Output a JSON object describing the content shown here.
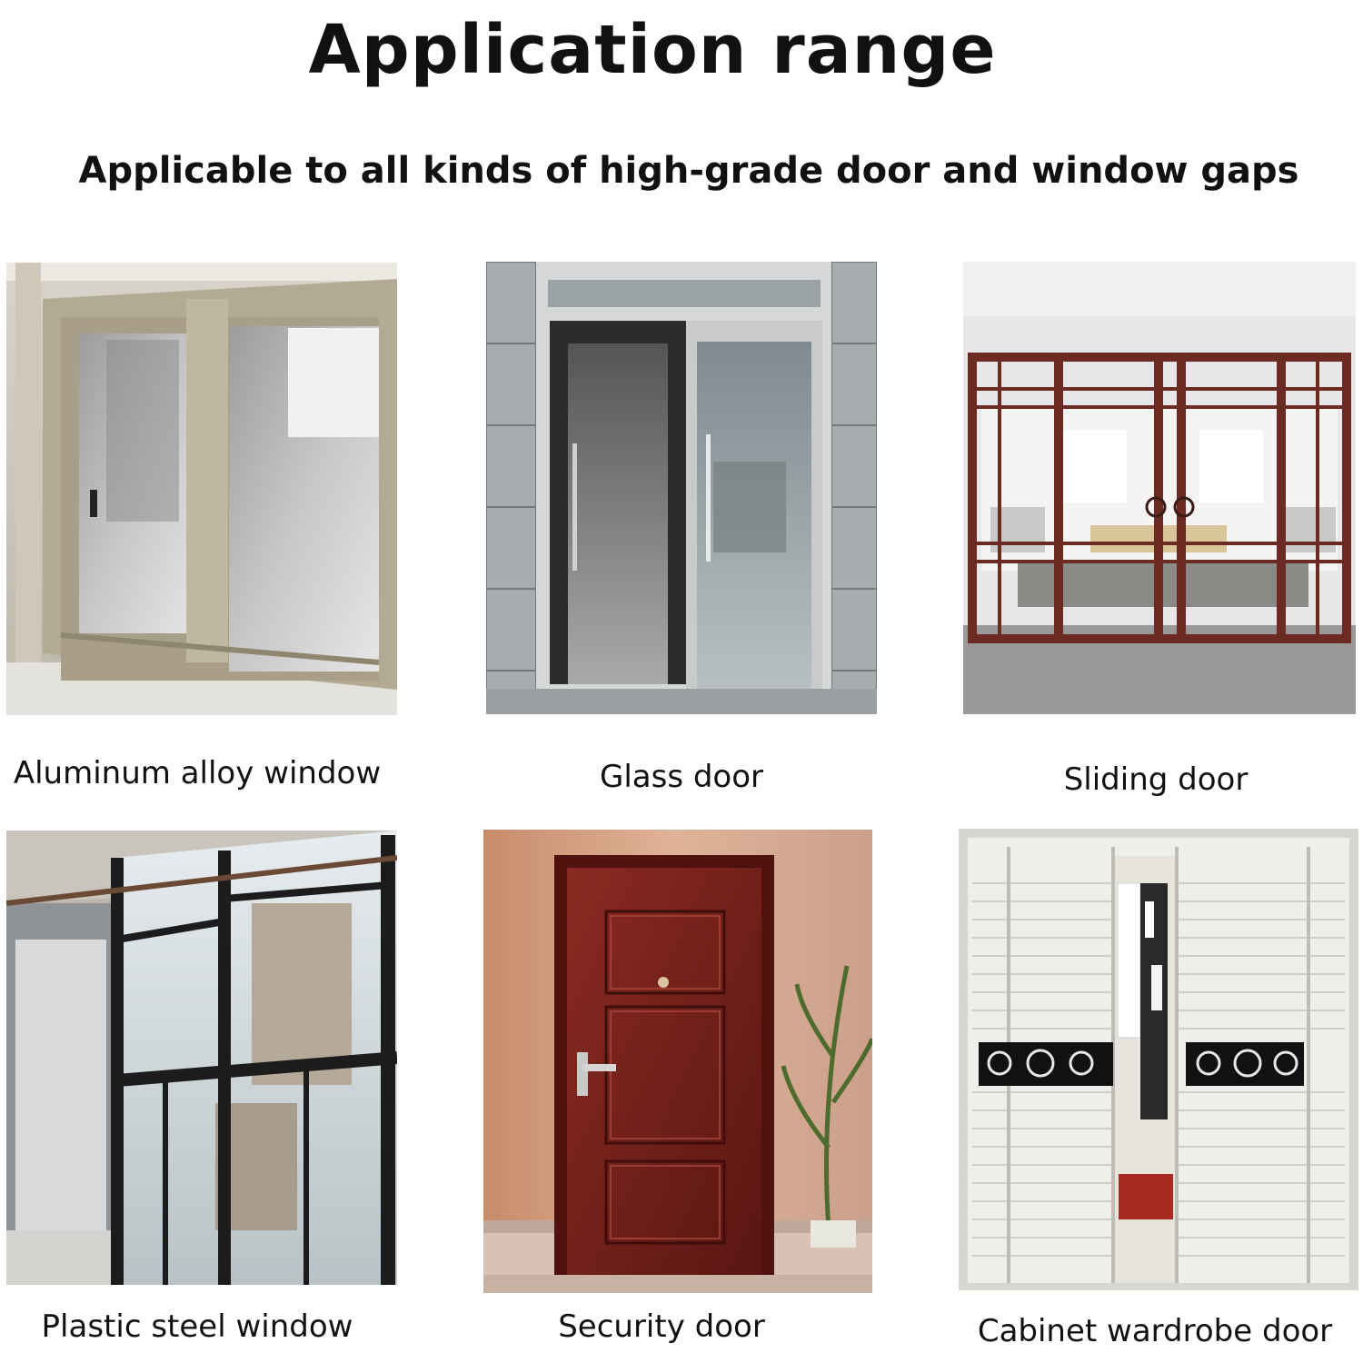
{
  "header": {
    "title": "Application range",
    "subtitle": "Applicable to all kinds of high-grade door and window gaps"
  },
  "items": [
    {
      "label": "Aluminum alloy window",
      "photo": "aluminum-window-photo"
    },
    {
      "label": "Glass door",
      "photo": "glass-door-photo"
    },
    {
      "label": "Sliding door",
      "photo": "sliding-door-photo"
    },
    {
      "label": "Plastic steel window",
      "photo": "plastic-steel-window-photo"
    },
    {
      "label": "Security door",
      "photo": "security-door-photo"
    },
    {
      "label": "Cabinet wardrobe door",
      "photo": "wardrobe-door-photo"
    }
  ],
  "colors": {
    "aluminum": "#b8ad98",
    "glass_frame": "#c9c9c9",
    "sliding_frame": "#6b2a22",
    "steel_frame": "#1c1c1c",
    "security_door": "#6e1f1a",
    "wardrobe": "#eeeeea"
  }
}
